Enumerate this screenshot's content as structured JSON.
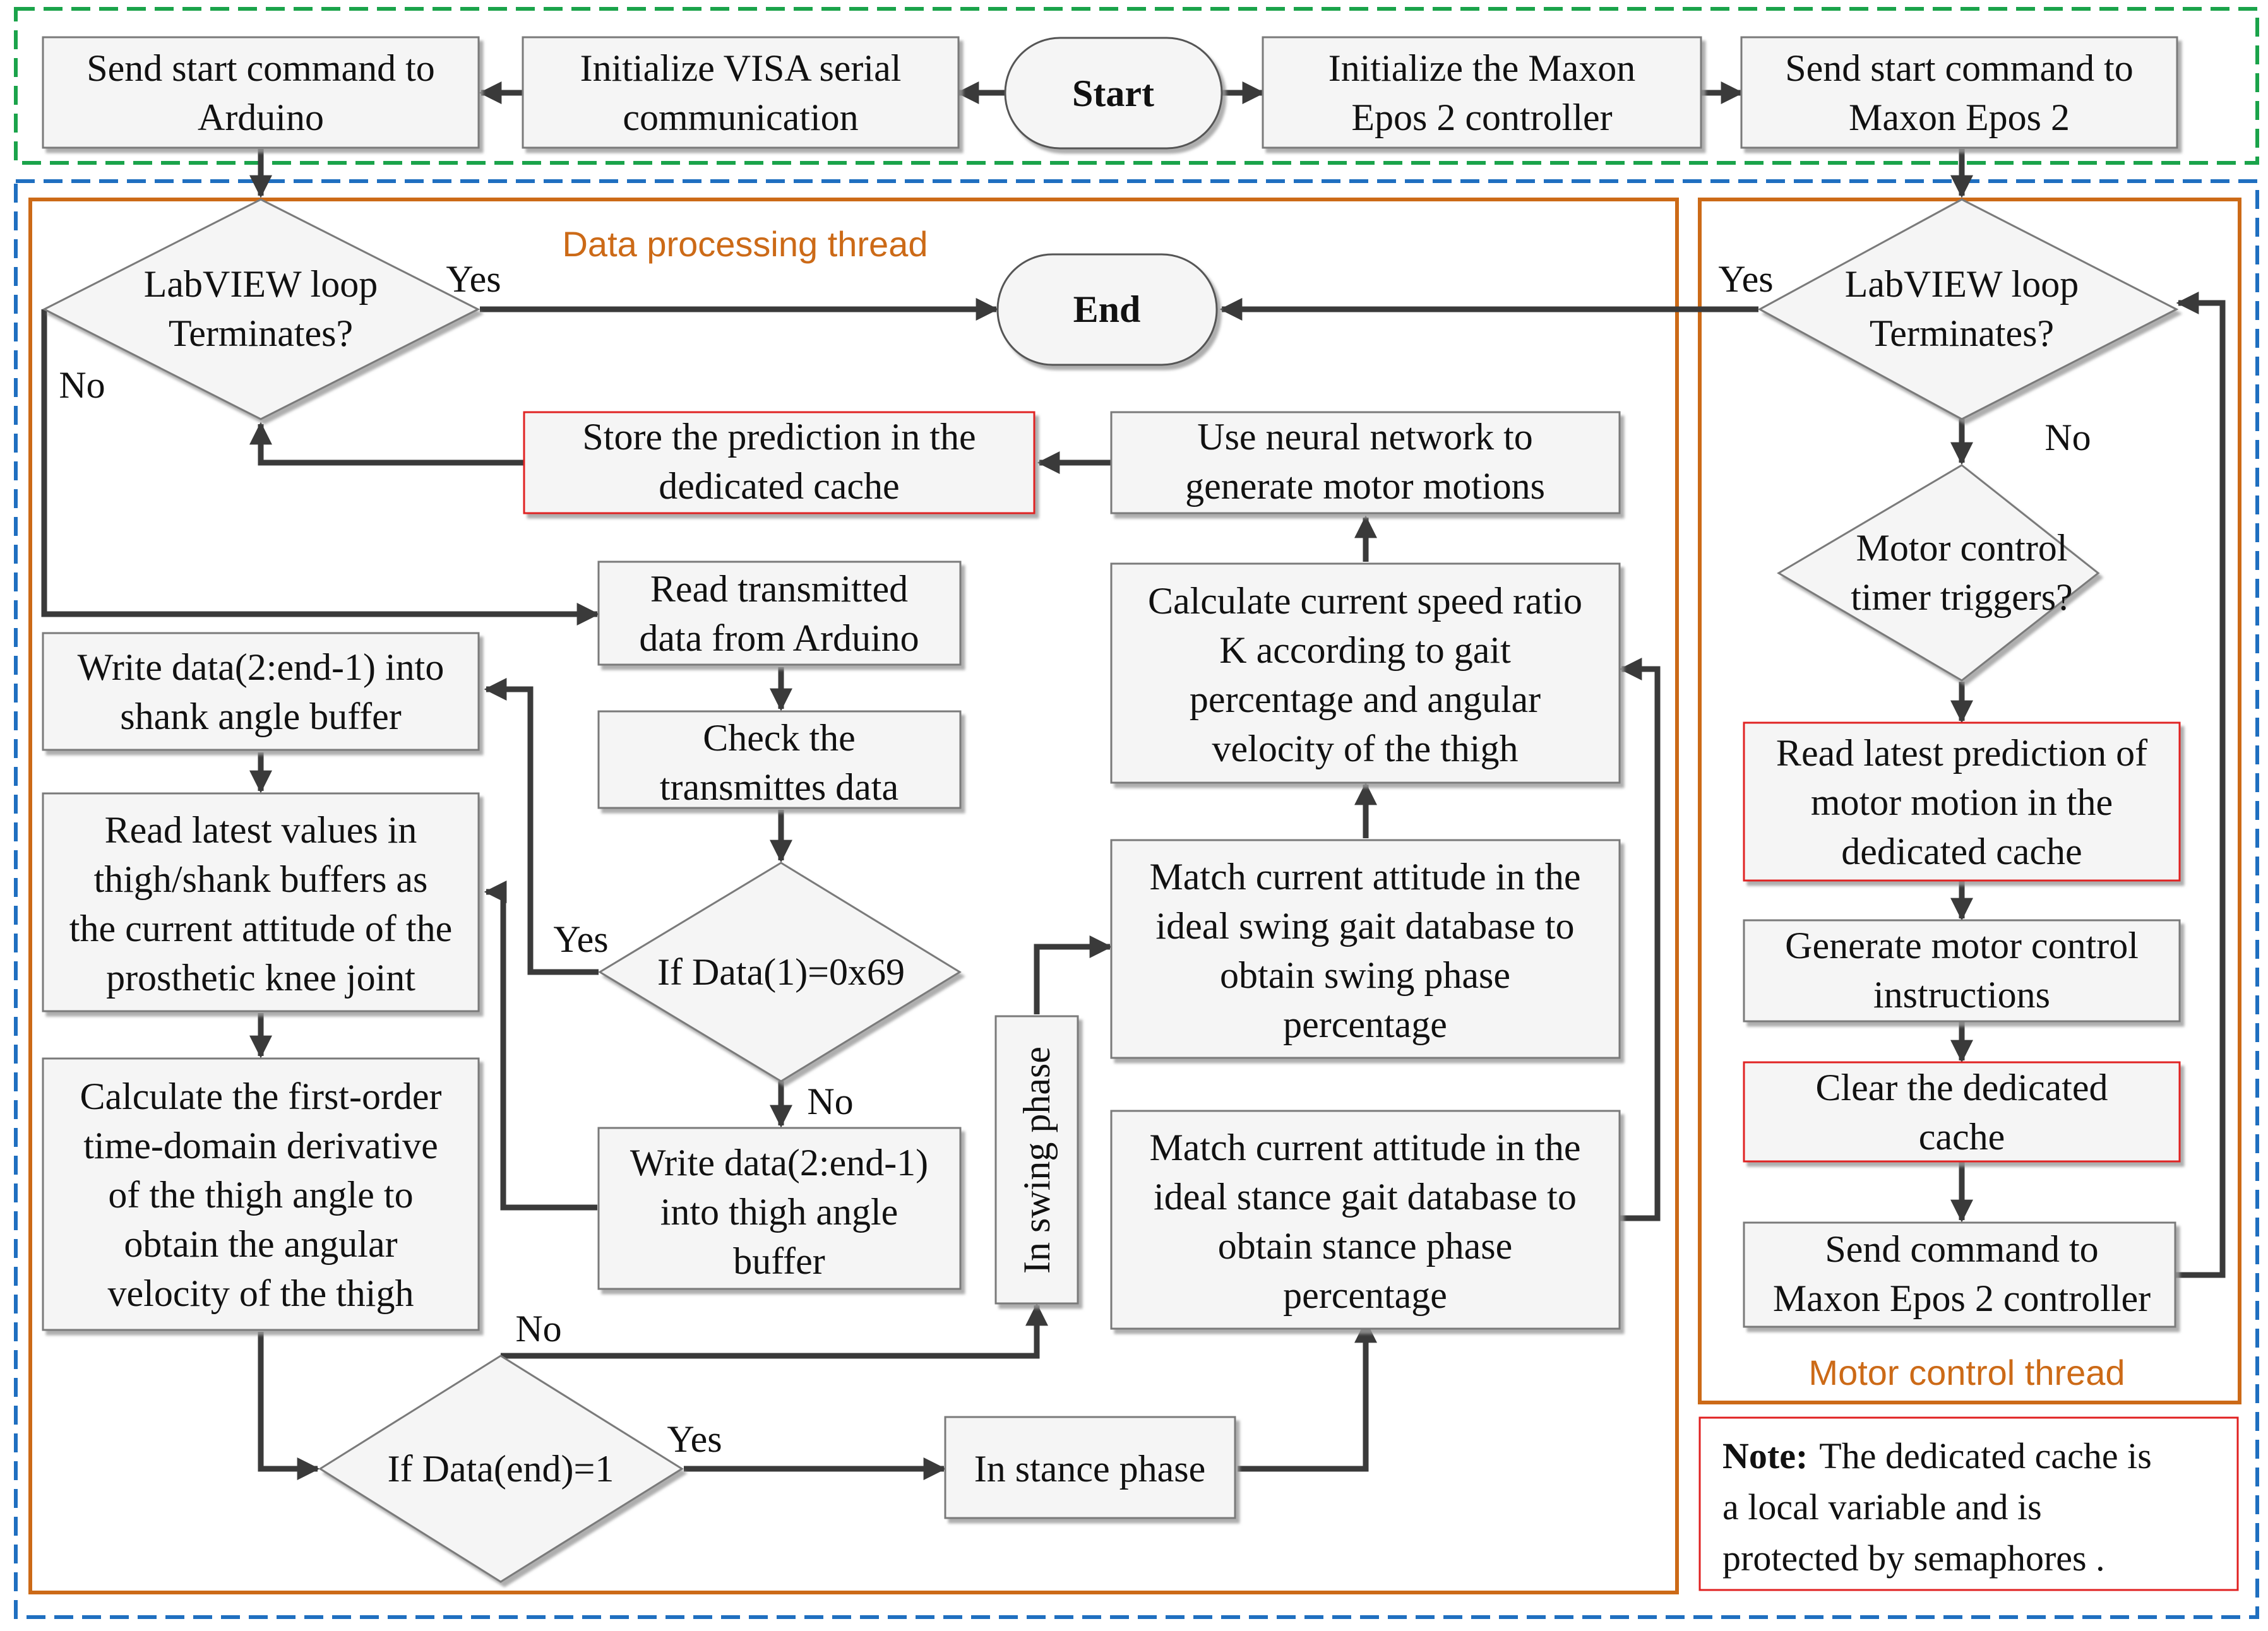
{
  "colors": {
    "init_border": "#1aa34a",
    "main_border": "#1f6fc0",
    "thread_border": "#cc6a17",
    "highlight_border": "#e02020"
  },
  "init": {
    "start": "Start",
    "send_arduino": [
      "Send start command to",
      "Arduino"
    ],
    "init_visa": [
      "Initialize VISA serial",
      "communication"
    ],
    "init_maxon": [
      "Initialize  the Maxon",
      "Epos 2 controller"
    ],
    "send_maxon": [
      "Send start command to",
      "Maxon Epos 2"
    ]
  },
  "data_thread": {
    "title": "Data processing thread",
    "loop_check": [
      "LabVIEW  loop",
      "Terminates?"
    ],
    "end": "End",
    "store_prediction": [
      "Store the prediction in the",
      "dedicated cache"
    ],
    "use_nn": [
      "Use neural network to",
      "generate motor motions"
    ],
    "read_arduino": [
      "Read transmitted",
      "data from Arduino"
    ],
    "check_data": [
      "Check the",
      "transmittes data"
    ],
    "write_shank": [
      "Write data(2:end-1) into",
      "shank angle buffer"
    ],
    "read_latest": [
      "Read latest values in",
      "thigh/shank buffers as",
      "the current attitude of the",
      "prosthetic knee joint"
    ],
    "if_data1": "If Data(1)=0x69",
    "write_thigh": [
      "Write data(2:end-1)",
      "into  thigh angle",
      "buffer"
    ],
    "calc_derivative": [
      "Calculate the first-order",
      "time-domain derivative",
      "of the thigh angle to",
      "obtain the angular",
      "velocity of the thigh"
    ],
    "if_dataend": "If Data(end)=1",
    "stance_phase": "In stance phase",
    "swing_phase": "In swing phase",
    "calc_speed": [
      "Calculate current speed ratio",
      "K according to gait",
      "percentage and angular",
      "velocity of the thigh"
    ],
    "match_swing": [
      "Match current attitude  in the",
      "ideal swing gait database to",
      "obtain swing phase",
      "percentage"
    ],
    "match_stance": [
      "Match current attitude  in the",
      "ideal stance gait database to",
      "obtain stance phase",
      "percentage"
    ]
  },
  "motor_thread": {
    "title": "Motor control thread",
    "loop_check": [
      "LabVIEW  loop",
      "Terminates?"
    ],
    "timer_check": [
      "Motor control",
      "timer triggers?"
    ],
    "read_prediction": [
      "Read latest prediction of",
      "motor motion in the",
      "dedicated cache"
    ],
    "generate_instructions": [
      "Generate motor control",
      "instructions"
    ],
    "clear_cache": [
      "Clear the dedicated",
      "cache"
    ],
    "send_command": [
      "Send command to",
      "Maxon Epos 2 controller"
    ]
  },
  "labels": {
    "yes": "Yes",
    "no": "No"
  },
  "note": {
    "heading": "Note:",
    "lines": [
      "The dedicated cache is",
      "a   local   variable   and   is",
      "protected by semaphores ."
    ]
  }
}
